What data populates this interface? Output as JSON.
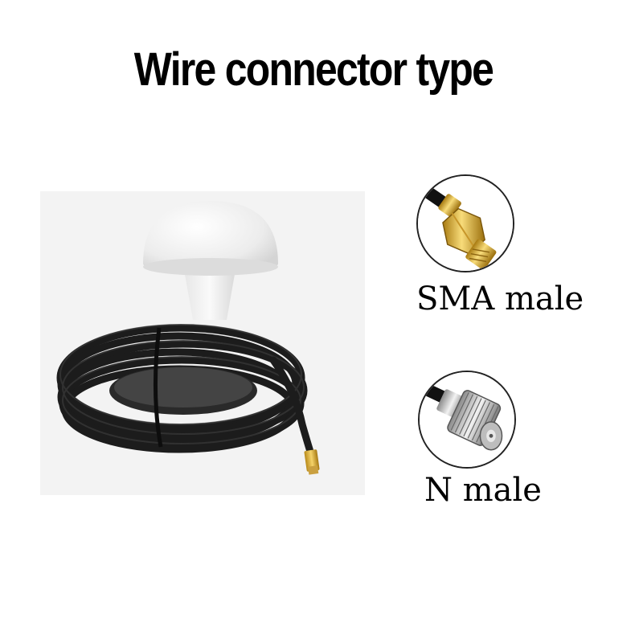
{
  "title": "Wire connector type",
  "connectors": [
    {
      "label": "SMA male",
      "icon": "sma-male-connector-icon",
      "color": "#d9a62a"
    },
    {
      "label": "N male",
      "icon": "n-male-connector-icon",
      "color": "#c9c9c9"
    }
  ],
  "product": {
    "icon": "gps-antenna-with-cable-photo",
    "dome_color": "#f2f2f0",
    "cable_color": "#1c1c1c"
  }
}
